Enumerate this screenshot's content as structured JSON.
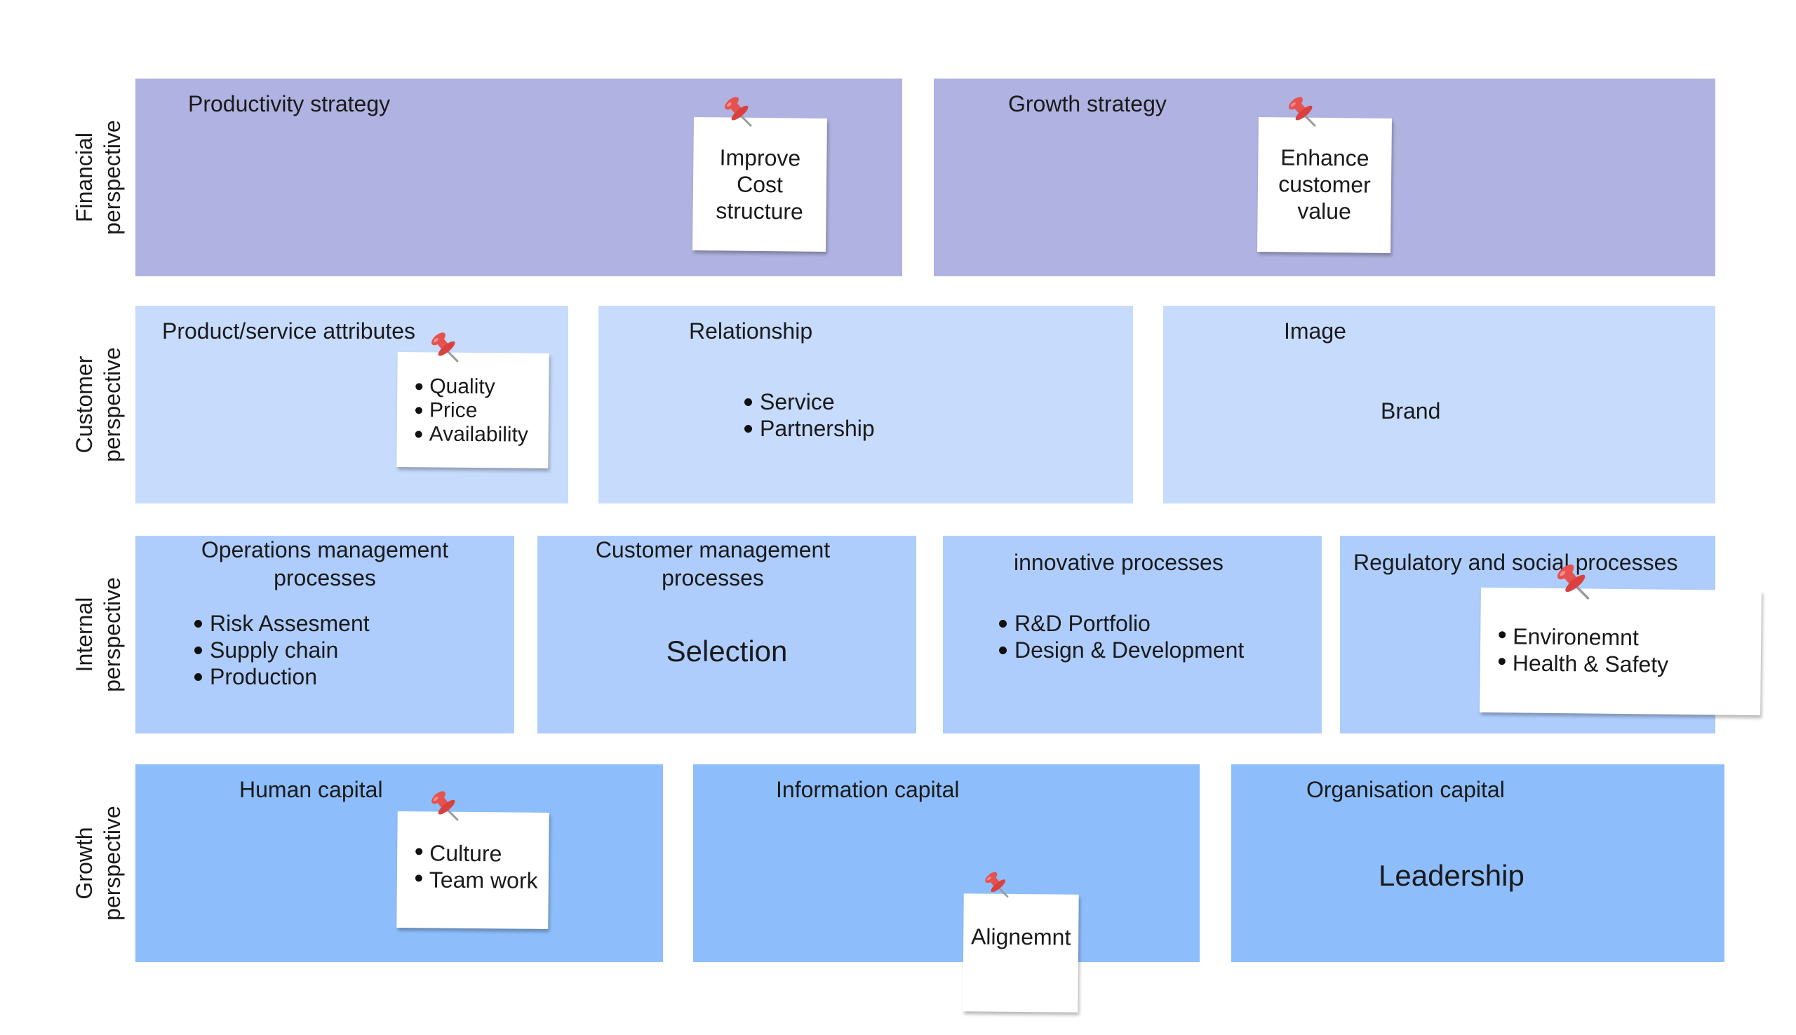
{
  "colors": {
    "financial": "#b0b3e1",
    "customer": "#c7dbfd",
    "internal": "#aecdfd",
    "growth": "#8dbefb",
    "pin": "#e5524f"
  },
  "rows": {
    "financial": {
      "line1": "Financial",
      "line2": "perspective"
    },
    "customer": {
      "line1": "Customer",
      "line2": "perspective"
    },
    "internal": {
      "line1": "Internal",
      "line2": "perspective"
    },
    "growth": {
      "line1": "Growth",
      "line2": "perspective"
    }
  },
  "financial": {
    "productivity": {
      "title": "Productivity strategy",
      "note": [
        "Improve",
        "Cost",
        "structure"
      ]
    },
    "growth": {
      "title": "Growth strategy",
      "note": [
        "Enhance",
        "customer",
        "value"
      ]
    }
  },
  "customer": {
    "attributes": {
      "title": "Product/service attributes",
      "note_items": [
        "Quality",
        "Price",
        "Availability"
      ]
    },
    "relationship": {
      "title": "Relationship",
      "items": [
        "Service",
        "Partnership"
      ]
    },
    "image": {
      "title": "Image",
      "text": "Brand"
    }
  },
  "internal": {
    "operations": {
      "title_line1": "Operations management",
      "title_line2": "processes",
      "items": [
        "Risk Assesment",
        "Supply chain",
        "Production"
      ]
    },
    "customer_mgmt": {
      "title_line1": "Customer management",
      "title_line2": "processes",
      "text": "Selection"
    },
    "innovative": {
      "title": "innovative processes",
      "items": [
        "R&D Portfolio",
        "Design & Development"
      ]
    },
    "regulatory": {
      "title": "Regulatory and social processes",
      "note_items": [
        "Environemnt",
        "Health & Safety"
      ]
    }
  },
  "growth": {
    "human": {
      "title": "Human capital",
      "note_items": [
        "Culture",
        "Team work"
      ]
    },
    "information": {
      "title": "Information capital",
      "note": "Alignemnt"
    },
    "organisation": {
      "title": "Organisation capital",
      "text": "Leadership"
    }
  }
}
